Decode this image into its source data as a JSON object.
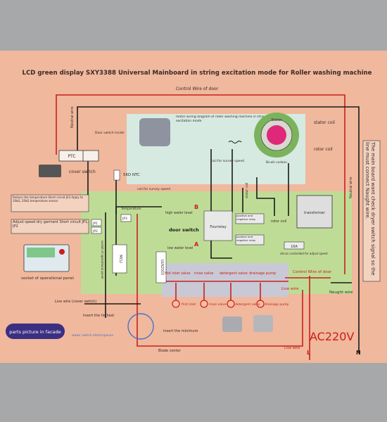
{
  "title": "LCD green display SXY3388 Universal Mainboard in string excitation mode for Roller washing machine",
  "labels": {
    "control_wire_top": "Control Wire of door",
    "neutral_wire_left": "Neutral wire",
    "neutral_wire_right": "Neutral wire",
    "door_switch_small": "Door switch inside",
    "ptc": "PTC",
    "cover_switch": "cover switch",
    "ntc": "5KO NTC",
    "temperature": "Temperature",
    "reduce_temp": "Reduce the temperature Short circuit JS3 Apply to 10kΩ, 20kΩ temperature sensor",
    "jp3": "JP3",
    "adjust_dry": "Adjust speed dry garment Short circuit JP1, JP2",
    "jp1": "JP1",
    "jp2": "JP2",
    "socket_panel": "socket of operational panel",
    "parts_button": "parts picture in facade",
    "live_wire_cover": "Live wire (cover switch)",
    "motor_diagram": "motor wiring diagram of roller washing machine in string excitation mode",
    "coil_survey": "coil for survey speed",
    "coil_survey2": "coil for survey speed",
    "stator_coil": "stator coil",
    "rotor_coil": "rotor coil",
    "stator": "Stator",
    "brush_carbon": "Brush carbon",
    "stator_coil2": "stator coil",
    "rotor_coil2": "rotor coil",
    "fourrelay": "Fourrelay",
    "positive_neg_1": "positive and negative relay",
    "positive_neg_2": "positive and negative relay",
    "transformer": "transformer",
    "high_water": "high water level",
    "door_switch": "door switch",
    "low_water": "low water level",
    "b": "B",
    "a": "A",
    "mcu": "MCU",
    "uln": "ULN2003",
    "socket_vertical": "socket of operational panel",
    "sixteen_a": "16A",
    "silicon": "silicon controlled for adjust speed",
    "hot_inlet": "Hot inlet valve",
    "rinse_valve": "rinse valve",
    "detergent_valve": "detergent valve",
    "drainage_pump": "drainage pump",
    "first_inlet": "first inlet",
    "rinse_valve2": "rinse valve",
    "detergent2": "detergent valve",
    "drainage2": "drainage pump",
    "control_wire_bottom": "Control Wire of door",
    "live_wire": "Live wire",
    "neutral_wire_bottom": "Neught wire",
    "insert_highest": "Insert the highest",
    "insert_minimum": "Insert the minimum",
    "water_switch": "water switch electropause",
    "blade_center": "Blade center",
    "ac": "AC220V",
    "l": "L",
    "n": "N",
    "live_wire_bottom": "Live wire",
    "right_note": "The main board want check dryer switch signal so the line must connect Naught wire."
  }
}
